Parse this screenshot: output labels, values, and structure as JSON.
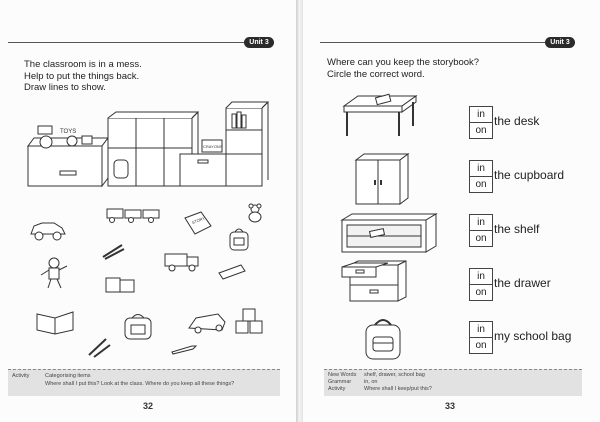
{
  "left_page": {
    "unit": "Unit 3",
    "instructions": [
      "The classroom is in a mess.",
      "Help to put the things back.",
      "Draw lines to show."
    ],
    "toys_label": "TOYS",
    "crayons_label": "CRAYONS",
    "story_label": "STORY",
    "footer": {
      "label": "Activity",
      "value": "Categorising items",
      "line2": "Where shall I put this? Look at the class. Where do you keep all these things?"
    },
    "page_number": "32"
  },
  "right_page": {
    "unit": "Unit 3",
    "instructions": [
      "Where can you keep the storybook?",
      "Circle the correct word."
    ],
    "choice_top": "in",
    "choice_bottom": "on",
    "phrases": [
      "the desk",
      "the cupboard",
      "the shelf",
      "the drawer",
      "my school bag"
    ],
    "footer": {
      "rows": [
        {
          "label": "New Words",
          "value": "shelf, drawer, school bag"
        },
        {
          "label": "Grammar",
          "value": "in, on"
        },
        {
          "label": "Activity",
          "value": "Where shall I keep/put this?"
        }
      ]
    },
    "page_number": "33"
  }
}
